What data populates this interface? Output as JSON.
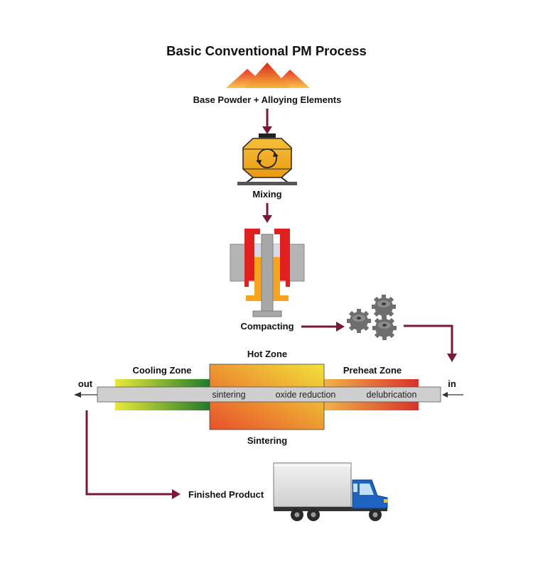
{
  "title": "Basic Conventional PM Process",
  "steps": {
    "powder": "Base Powder + Alloying Elements",
    "mixing": "Mixing",
    "compacting": "Compacting",
    "sintering": "Sintering",
    "finished": "Finished Product"
  },
  "furnace": {
    "hot_zone": "Hot Zone",
    "cooling_zone": "Cooling Zone",
    "preheat_zone": "Preheat Zone",
    "in_label": "in",
    "out_label": "out",
    "belt_labels": {
      "sintering": "sintering",
      "oxide_reduction": "oxide reduction",
      "delubrication": "delubrication"
    }
  },
  "colors": {
    "flow_arrow": "#7a1838",
    "belt": "#cfcfcf",
    "hot_zone_start": "#e8502a",
    "hot_zone_end": "#f2e23a",
    "cooling_start": "#eaea3a",
    "cooling_end": "#1f7a2a",
    "preheat_start": "#f2b24a",
    "preheat_end": "#d8322a",
    "mixer": "#f2a81e",
    "press_red": "#e0201e",
    "press_orange": "#f7a51e",
    "press_grey": "#a8a8a8",
    "truck_cab": "#1f63c0",
    "gear": "#6e6e6e"
  }
}
